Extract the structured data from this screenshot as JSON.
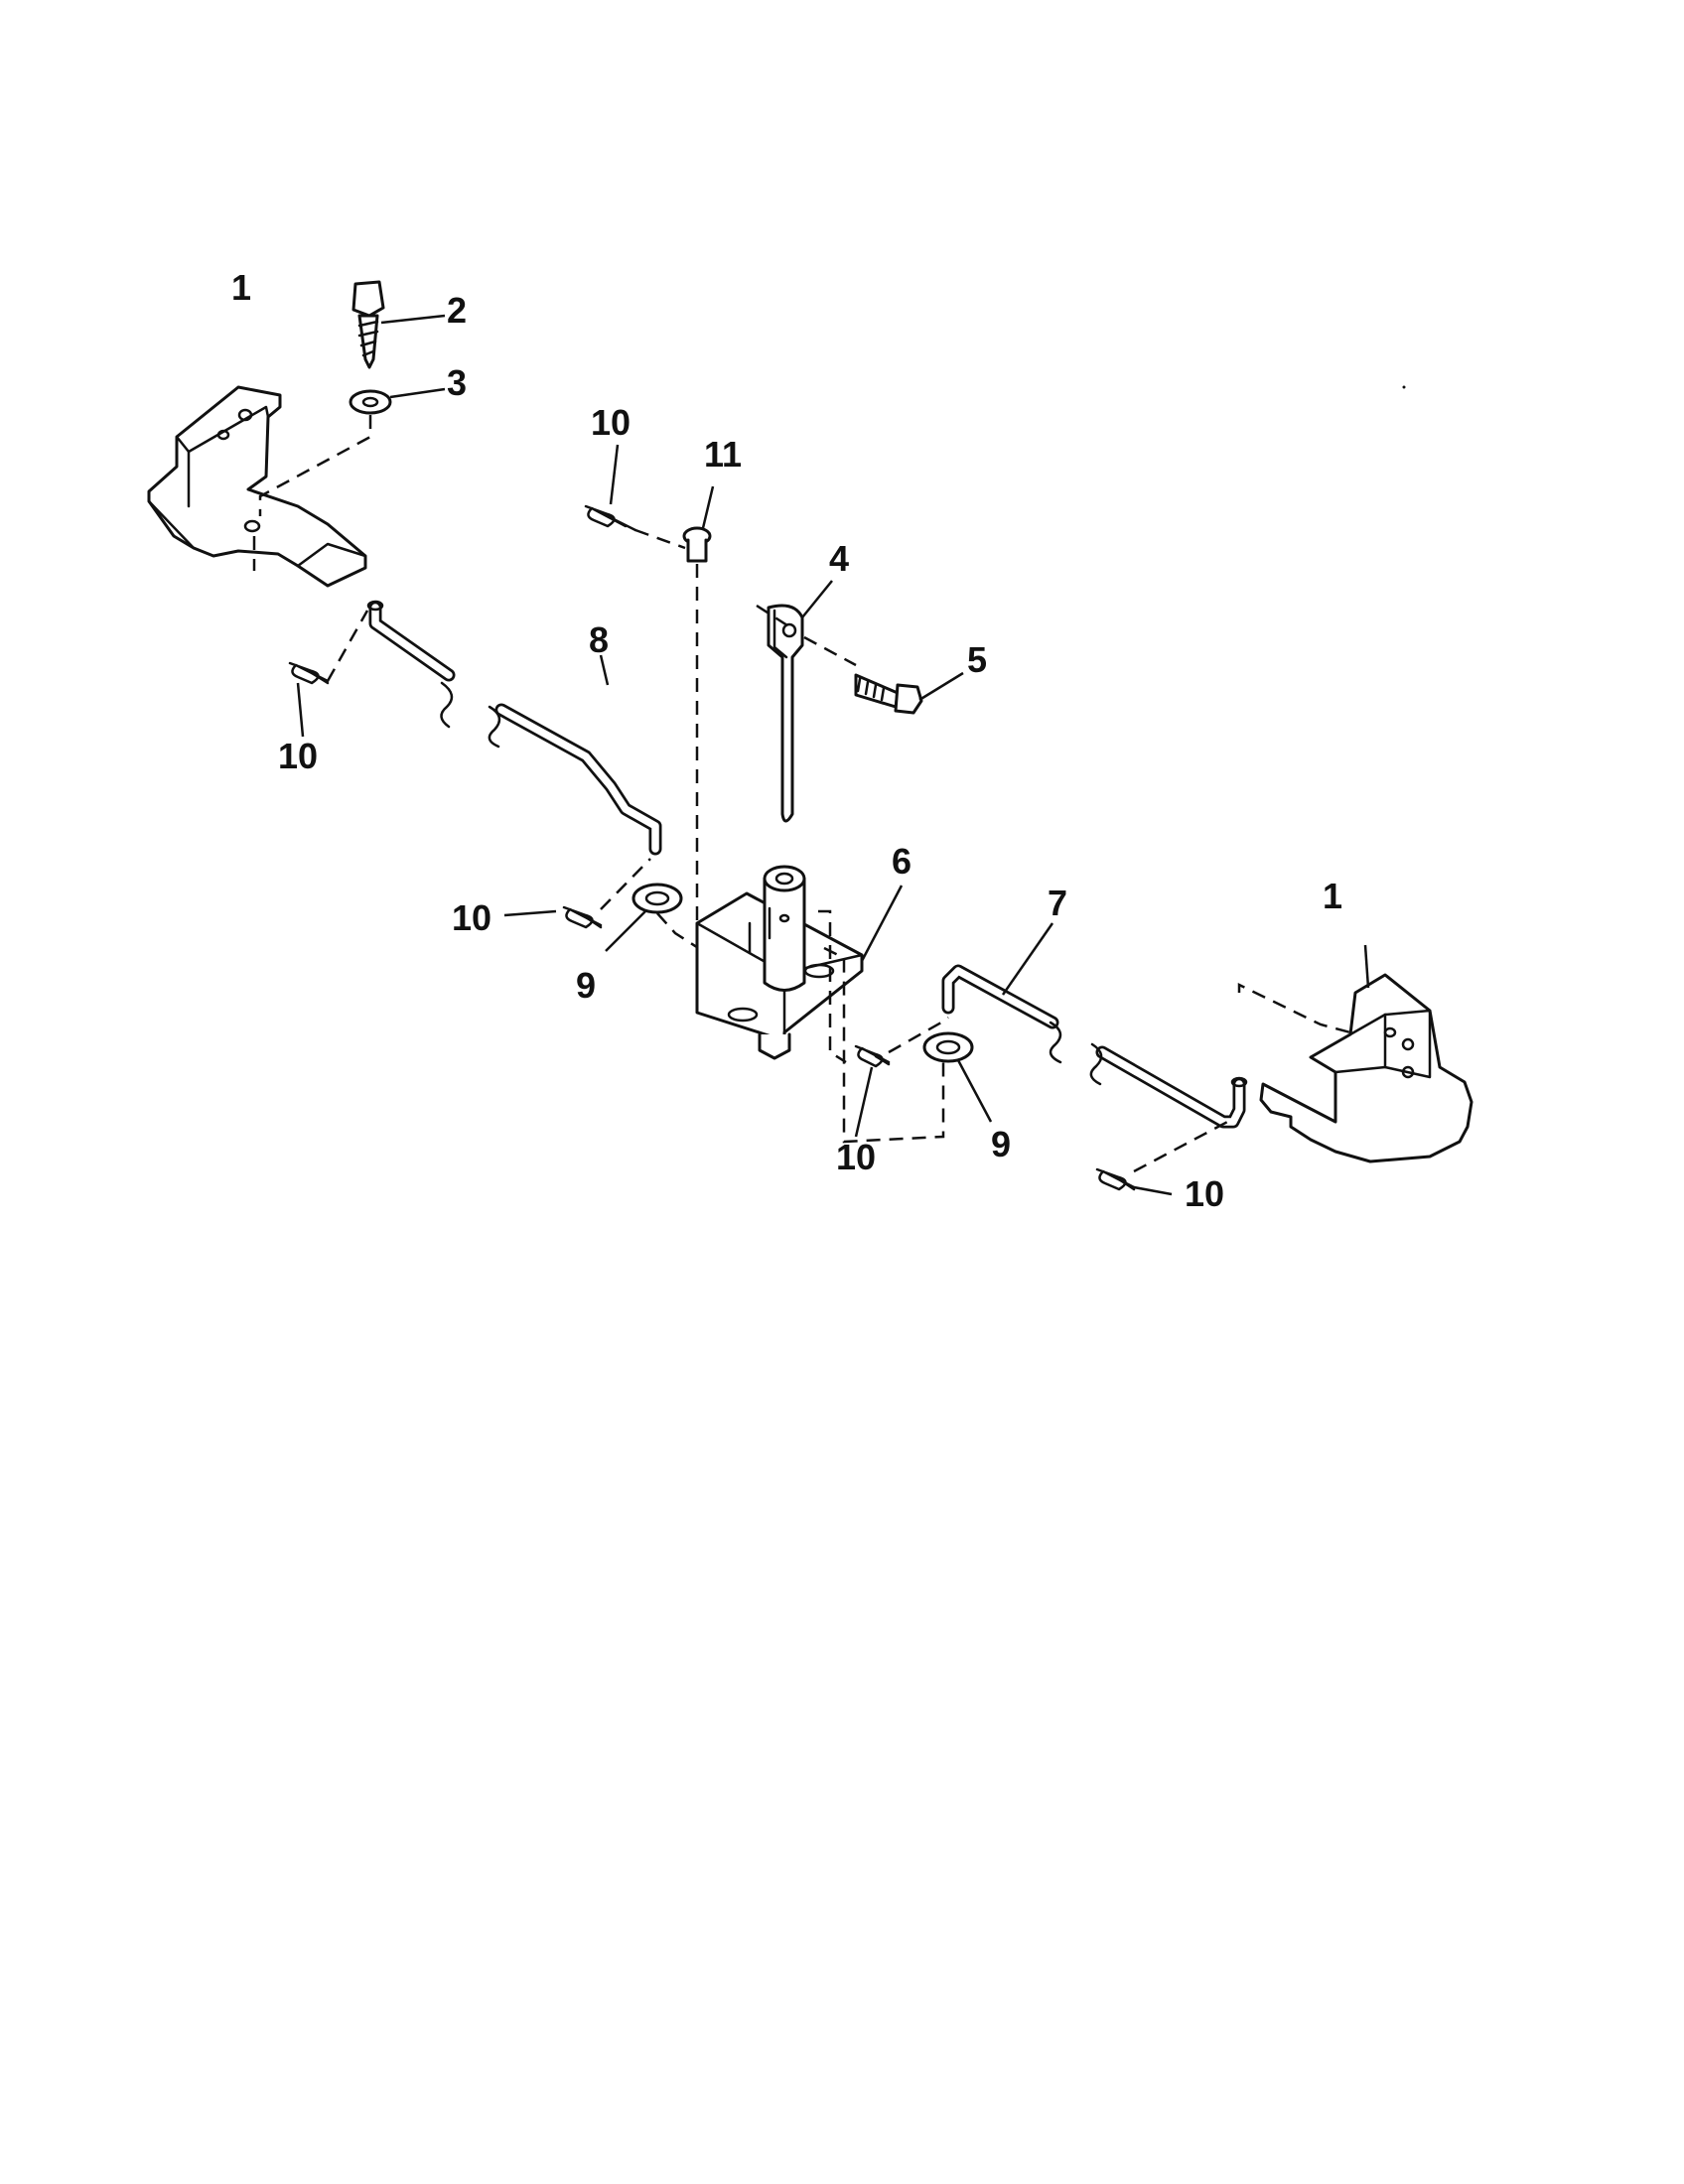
{
  "callouts": {
    "c1a": "1",
    "c1b": "1",
    "c2": "2",
    "c3": "3",
    "c4": "4",
    "c5": "5",
    "c6": "6",
    "c7": "7",
    "c8": "8",
    "c9a": "9",
    "c9b": "9",
    "c10a": "10",
    "c10b": "10",
    "c10c": "10",
    "c10d": "10",
    "c10e": "10",
    "c11": "11"
  }
}
